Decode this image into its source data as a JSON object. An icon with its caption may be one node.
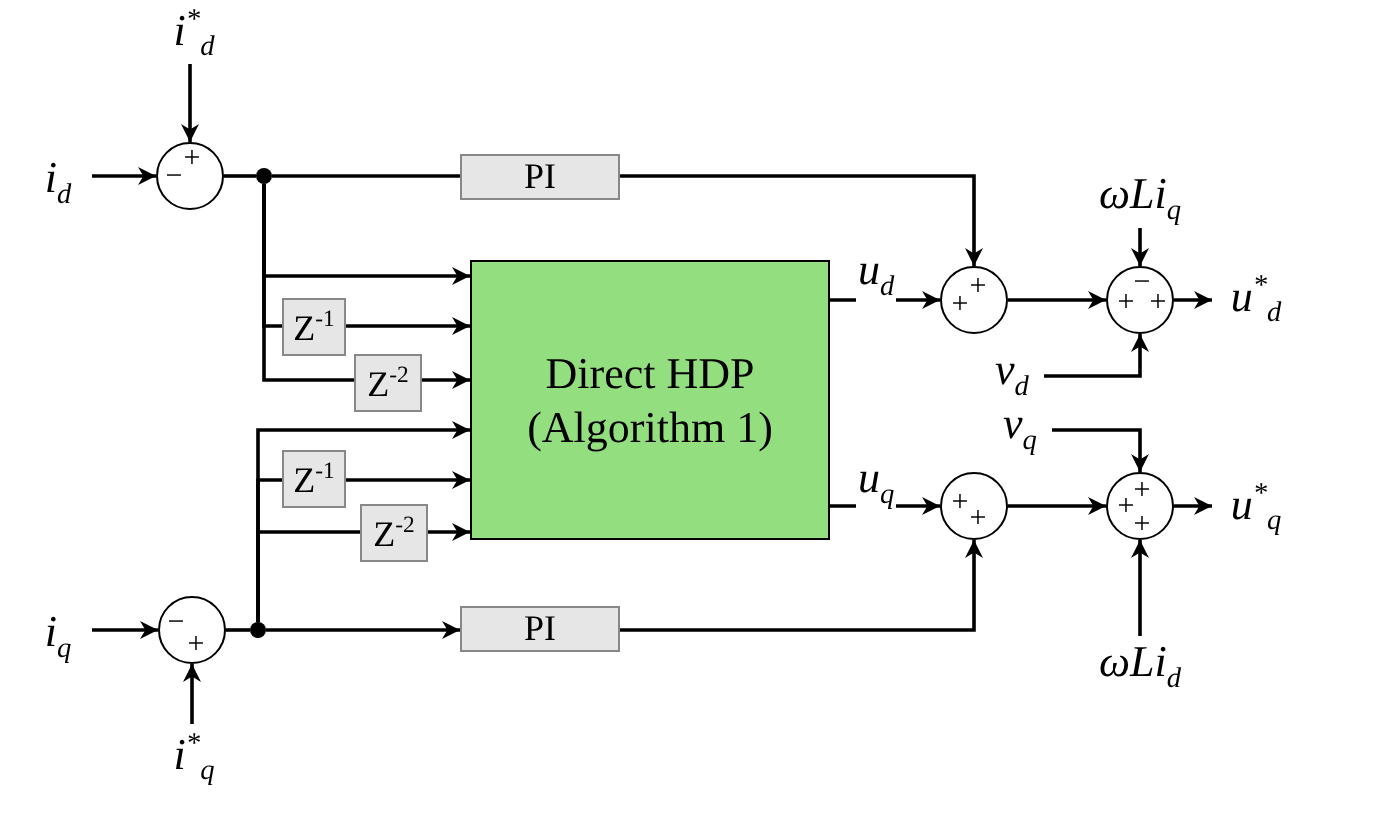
{
  "diagram": {
    "nodes": [
      {
        "text": [
          "i$_{d}$"
        ]
      },
      {
        "text": [
          "i$^{*}$$_{d}$"
        ]
      },
      {
        "text": [
          "+",
          "−"
        ]
      },
      {
        "text": [],
        "shape": "dot"
      },
      {
        "text": [
          "PI"
        ]
      },
      {
        "text": [
          "Z$^{-1}$"
        ]
      },
      {
        "text": [
          "Z$^{-2}$"
        ]
      },
      {
        "text": [
          "Direct HDP (Algorithm 1)"
        ]
      },
      {
        "text": [
          "Z$^{-1}$"
        ]
      },
      {
        "text": [
          "Z$^{-2}$"
        ]
      },
      {
        "text": [
          "i$_{q}$"
        ]
      },
      {
        "text": [
          "i$^{*}$$_{q}$"
        ]
      },
      {
        "text": [
          "−",
          "+"
        ]
      },
      {
        "text": [],
        "shape": "dot"
      },
      {
        "text": [
          "PI"
        ]
      },
      {
        "text": [
          "+",
          "+"
        ]
      },
      {
        "text": [
          "ωLi$_{q}$"
        ]
      },
      {
        "text": [
          "−",
          "+",
          "+"
        ]
      },
      {
        "text": [
          "v$_{d}$"
        ]
      },
      {
        "text": [
          "u$^{*}$$_{d}$"
        ]
      },
      {
        "text": [
          "v$_{q}$"
        ]
      },
      {
        "text": [
          "+",
          "+"
        ]
      },
      {
        "text": [
          "+",
          "+",
          "+"
        ]
      },
      {
        "text": [
          "ωLi$_{d}$"
        ]
      },
      {
        "text": [
          "u$^{*}$$_{q}$"
        ]
      }
    ],
    "edges": [
      {
        "from": 0,
        "to": 2,
        "arrow": "to"
      },
      {
        "from": 1,
        "to": 2,
        "arrow": "to"
      },
      {
        "from": 2,
        "to": 3,
        "arrow": "none"
      },
      {
        "from": 3,
        "to": 4,
        "arrow": "none"
      },
      {
        "from": 3,
        "to": 7,
        "arrow": "to"
      },
      {
        "from": 3,
        "to": 5,
        "arrow": "none"
      },
      {
        "from": 5,
        "to": 7,
        "arrow": "to"
      },
      {
        "from": 3,
        "to": 6,
        "arrow": "none"
      },
      {
        "from": 6,
        "to": 7,
        "arrow": "to"
      },
      {
        "from": 13,
        "to": 7,
        "arrow": "to"
      },
      {
        "from": 13,
        "to": 8,
        "arrow": "none"
      },
      {
        "from": 8,
        "to": 7,
        "arrow": "to"
      },
      {
        "from": 13,
        "to": 9,
        "arrow": "none"
      },
      {
        "from": 9,
        "to": 7,
        "arrow": "to"
      },
      {
        "from": 10,
        "to": 12,
        "arrow": "to"
      },
      {
        "from": 11,
        "to": 12,
        "arrow": "to"
      },
      {
        "from": 12,
        "to": 13,
        "arrow": "none"
      },
      {
        "from": 13,
        "to": 14,
        "arrow": "to"
      },
      {
        "from": 4,
        "to": 15,
        "arrow": "to"
      },
      {
        "from": 7,
        "to": 15,
        "arrow": "to",
        "label": "u$_{d}$"
      },
      {
        "from": 15,
        "to": 17,
        "arrow": "to"
      },
      {
        "from": 16,
        "to": 17,
        "arrow": "to"
      },
      {
        "from": 18,
        "to": 17,
        "arrow": "to"
      },
      {
        "from": 17,
        "to": 19,
        "arrow": "to"
      },
      {
        "from": 7,
        "to": 21,
        "arrow": "to",
        "label": "u$_{q}$"
      },
      {
        "from": 14,
        "to": 21,
        "arrow": "to"
      },
      {
        "from": 21,
        "to": 22,
        "arrow": "to"
      },
      {
        "from": 20,
        "to": 22,
        "arrow": "to"
      },
      {
        "from": 23,
        "to": 22,
        "arrow": "to"
      },
      {
        "from": 22,
        "to": 24,
        "arrow": "to"
      }
    ]
  }
}
